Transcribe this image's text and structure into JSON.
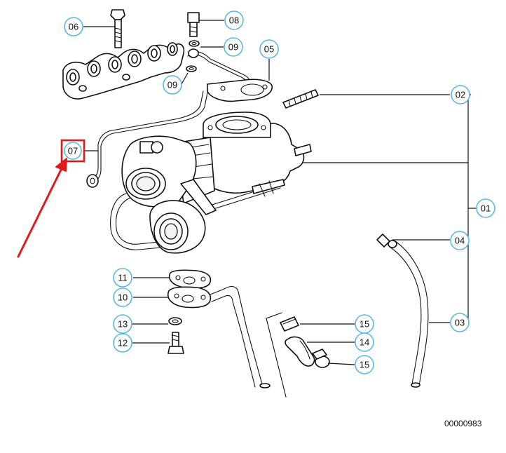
{
  "diagram": {
    "document_number": "00000983",
    "highlight_color": "#e01b1b",
    "callout_color": "#5bb8e6",
    "callouts": {
      "c01": "01",
      "c02": "02",
      "c03": "03",
      "c04": "04",
      "c05": "05",
      "c06": "06",
      "c07": "07",
      "c08": "08",
      "c09a": "09",
      "c09b": "09",
      "c10": "10",
      "c11": "11",
      "c12": "12",
      "c13": "13",
      "c14": "14",
      "c15a": "15",
      "c15b": "15"
    },
    "highlighted_callout": "07"
  }
}
